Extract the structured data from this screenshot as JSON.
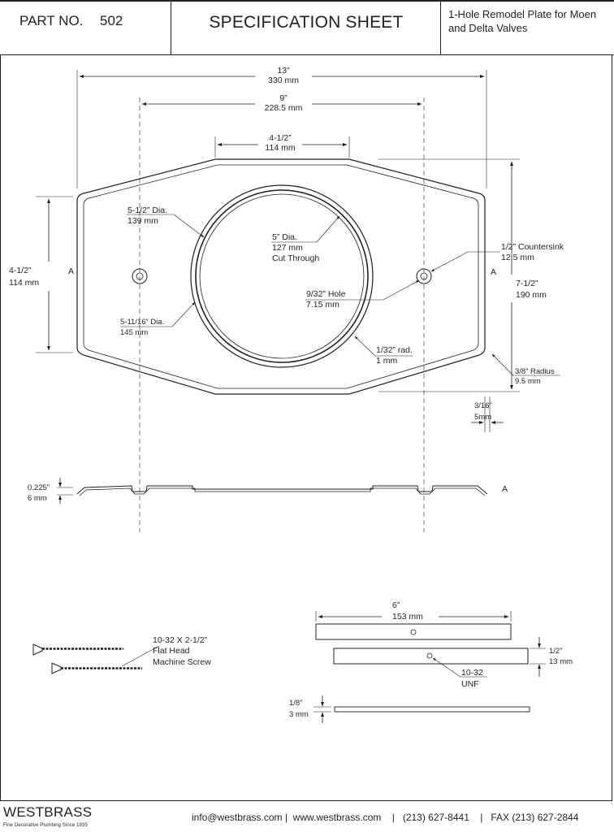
{
  "header": {
    "part_label": "PART NO.",
    "part_number": "502",
    "title": "SPECIFICATION SHEET",
    "description_line1": "1-Hole Remodel Plate for Moen",
    "description_line2": "and Delta Valves"
  },
  "plate": {
    "overall_width_in": "13”",
    "overall_width_mm": "330 mm",
    "hole_spacing_in": "9”",
    "hole_spacing_mm": "228.5 mm",
    "top_flat_in": "4-1/2”",
    "top_flat_mm": "114 mm",
    "outer_ring_dia_in": "5-1/2” Dia.",
    "outer_ring_dia_mm": "139 mm",
    "cut_through_in": "5” Dia.",
    "cut_through_mm": "127 mm",
    "cut_through_label": "Cut Through",
    "countersink_in": "1/2” Countersink",
    "countersink_mm": "12.5 mm",
    "side_height_in": "4-1/2”",
    "side_height_mm": "114 mm",
    "section_marker": "A",
    "hole_in": "9/32” Hole",
    "hole_mm": "7.15 mm",
    "overall_height_in": "7-1/2”",
    "overall_height_mm": "190 mm",
    "ring_dia_in": "5-11/16” Dia.",
    "ring_dia_mm": "145 mm",
    "rad_in": "1/32” rad.",
    "rad_mm": "1 mm",
    "radius_in": "3/8” Radius",
    "radius_mm": "9.5 mm",
    "edge_in": "3/16”",
    "edge_mm": "5mm"
  },
  "profile": {
    "thickness_in": "0.225”",
    "thickness_mm": "6 mm",
    "marker": "A"
  },
  "screw": {
    "line1": "10-32 X 2-1/2”",
    "line2": "Flat Head",
    "line3": "Machine Screw"
  },
  "bracket": {
    "length_in": "6”",
    "length_mm": "153 mm",
    "height_in": "1/2”",
    "height_mm": "13 mm",
    "thread": "10-32",
    "thread_type": "UNF",
    "thickness_in": "1/8”",
    "thickness_mm": "3 mm"
  },
  "footer": {
    "brand": "WESTBRASS",
    "tagline": "Fine Decorative Plumbing Since 1935",
    "contact": "info@westbrass.com |  www.westbrass.com    |   (213) 627-8441    |   FAX (213) 627-2844"
  }
}
